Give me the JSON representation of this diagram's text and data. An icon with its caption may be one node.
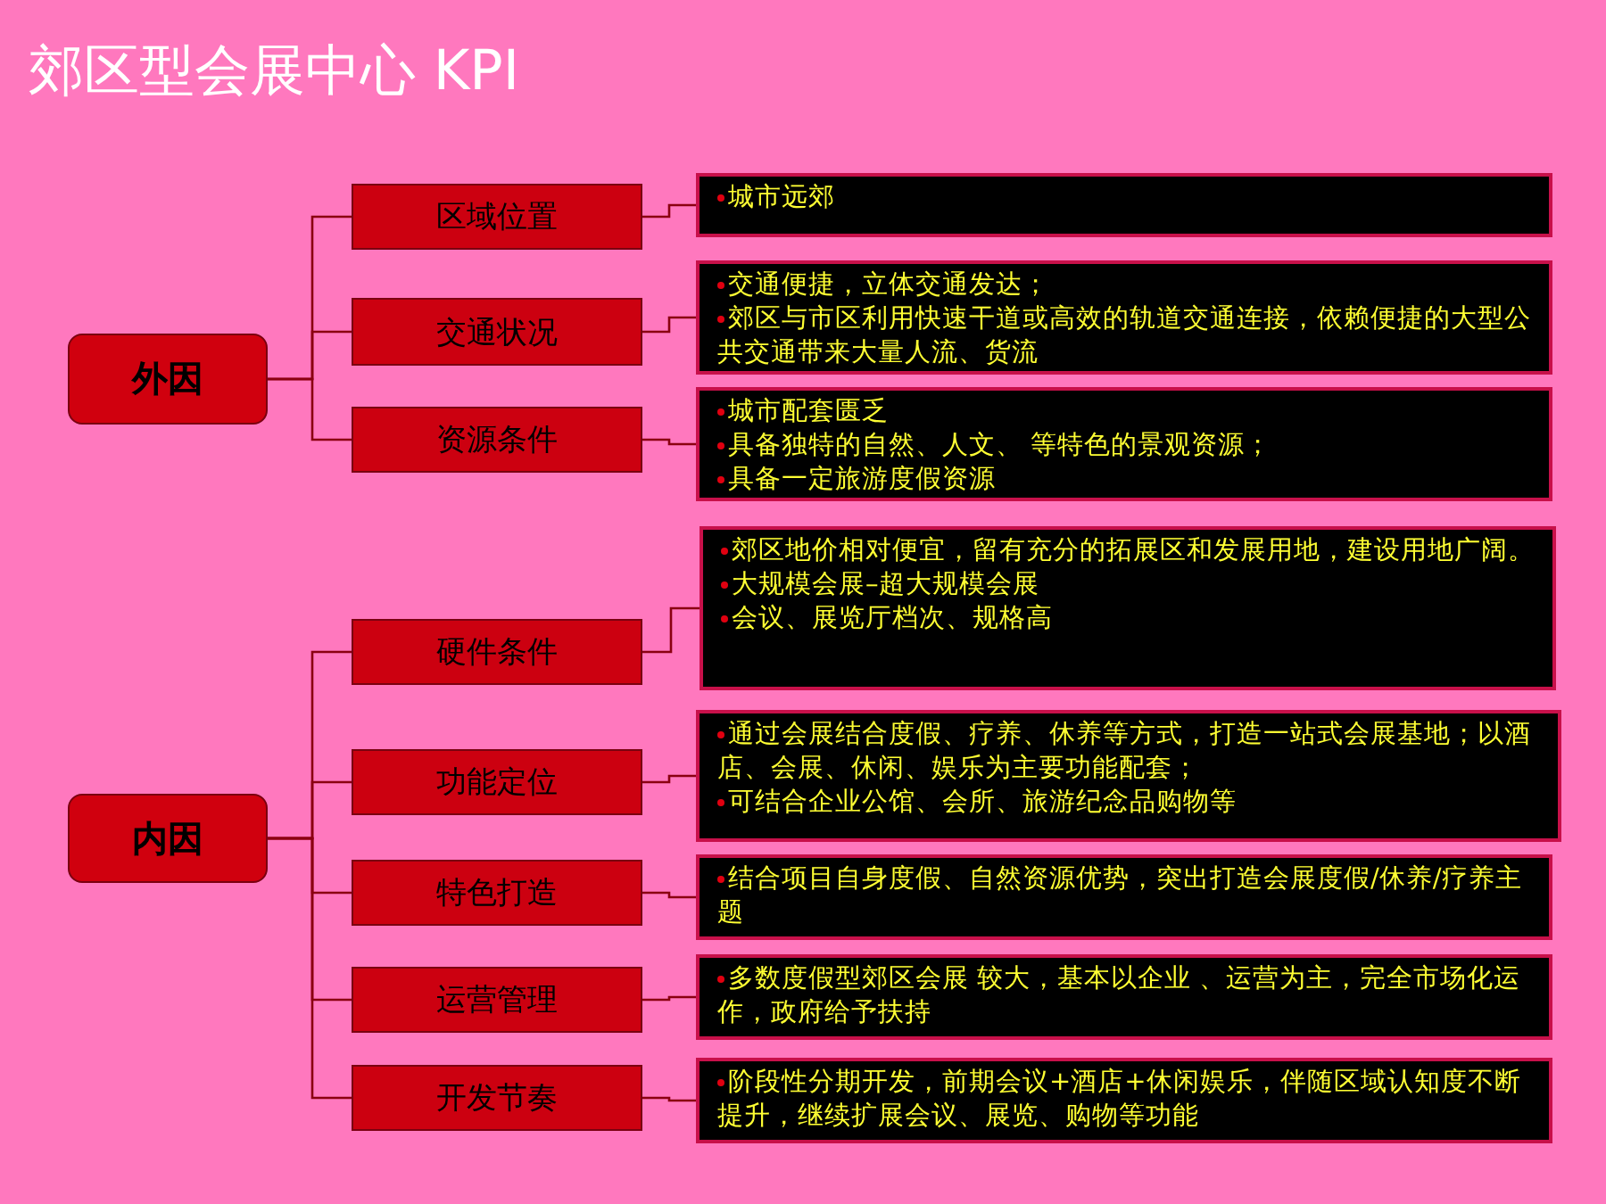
{
  "diagram": {
    "title": "郊区型会展中心 KPI",
    "nodes": [
      {
        "text": [
          "外因"
        ]
      },
      {
        "text": [
          "区域位置"
        ]
      },
      {
        "text": [
          "交通状况"
        ]
      },
      {
        "text": [
          "资源条件"
        ]
      },
      {
        "text": [
          "城市远郊"
        ]
      },
      {
        "text": [
          "交通便捷，立体交通发达；",
          "郊区与市区利用快速干道或高效的轨道交通连接，依赖便捷的大型公共交通带来大量人流、货流"
        ]
      },
      {
        "text": [
          "城市配套匮乏",
          "具备独特的自然、人文、 等特色的景观资源；",
          "具备一定旅游度假资源"
        ]
      },
      {
        "text": [
          "内因"
        ]
      },
      {
        "text": [
          "硬件条件"
        ]
      },
      {
        "text": [
          "功能定位"
        ]
      },
      {
        "text": [
          "特色打造"
        ]
      },
      {
        "text": [
          "运营管理"
        ]
      },
      {
        "text": [
          "开发节奏"
        ]
      },
      {
        "text": [
          "郊区地价相对便宜，留有充分的拓展区和发展用地，建设用地广阔。",
          "大规模会展–超大规模会展",
          "会议、展览厅档次、规格高"
        ]
      },
      {
        "text": [
          "通过会展结合度假、疗养、休养等方式，打造一站式会展基地；以酒店、会展、休闲、娱乐为主要功能配套；",
          "可结合企业公馆、会所、旅游纪念品购物等"
        ]
      },
      {
        "text": [
          "结合项目自身度假、自然资源优势，突出打造会展度假/休养/疗养主题"
        ]
      },
      {
        "text": [
          "多数度假型郊区会展 较大，基本以企业 、运营为主，完全市场化运作，政府给予扶持"
        ]
      },
      {
        "text": [
          "阶段性分期开发，前期会议+酒店+休闲娱乐，伴随区域认知度不断提升，继续扩展会议、展览、购物等功能"
        ]
      }
    ],
    "edges": [
      {
        "from": 0,
        "to": 1,
        "arrow": "none"
      },
      {
        "from": 0,
        "to": 2,
        "arrow": "none"
      },
      {
        "from": 0,
        "to": 3,
        "arrow": "none"
      },
      {
        "from": 1,
        "to": 4,
        "arrow": "none"
      },
      {
        "from": 2,
        "to": 5,
        "arrow": "none"
      },
      {
        "from": 3,
        "to": 6,
        "arrow": "none"
      },
      {
        "from": 7,
        "to": 8,
        "arrow": "none"
      },
      {
        "from": 7,
        "to": 9,
        "arrow": "none"
      },
      {
        "from": 7,
        "to": 10,
        "arrow": "none"
      },
      {
        "from": 7,
        "to": 11,
        "arrow": "none"
      },
      {
        "from": 7,
        "to": 12,
        "arrow": "none"
      },
      {
        "from": 8,
        "to": 13,
        "arrow": "none"
      },
      {
        "from": 9,
        "to": 14,
        "arrow": "none"
      },
      {
        "from": 10,
        "to": 15,
        "arrow": "none"
      },
      {
        "from": 11,
        "to": 16,
        "arrow": "none"
      },
      {
        "from": 12,
        "to": 17,
        "arrow": "none"
      }
    ]
  }
}
